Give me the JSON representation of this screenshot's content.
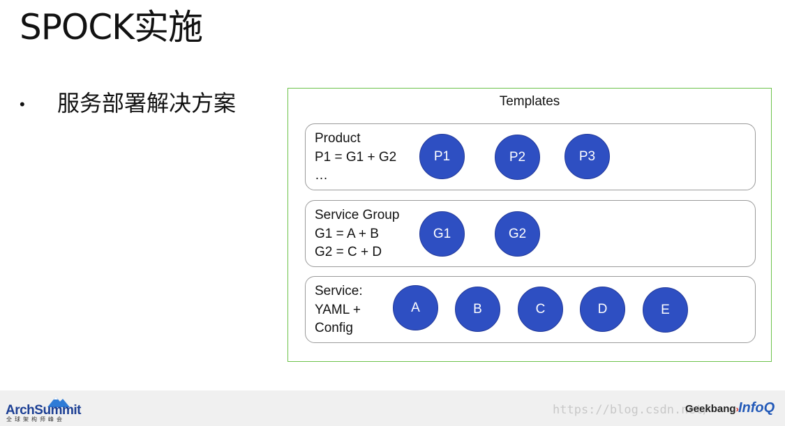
{
  "slide": {
    "title": "SPOCK实施",
    "bullet": "服务部署解决方案"
  },
  "diagram": {
    "container_label": "Templates",
    "panels": [
      {
        "lines": [
          "Product",
          "P1 = G1 + G2",
          "…"
        ],
        "nodes": [
          "P1",
          "P2",
          "P3"
        ]
      },
      {
        "lines": [
          "Service Group",
          "G1 = A + B",
          "G2 = C + D"
        ],
        "nodes": [
          "G1",
          "G2"
        ]
      },
      {
        "lines": [
          "Service:",
          "YAML +",
          "Config"
        ],
        "nodes": [
          "A",
          "B",
          "C",
          "D",
          "E"
        ]
      }
    ],
    "colors": {
      "node_fill": "#2e4fc2",
      "container_border": "#6cc24a",
      "panel_border": "#9a9a9a"
    }
  },
  "footer": {
    "logo_left": "ArchSummit",
    "logo_left_sub": "全球架构师峰会",
    "watermark": "https://blog.csdn.net/",
    "logo_geek": "Geekbang",
    "logo_infoq": "InfoQ"
  }
}
